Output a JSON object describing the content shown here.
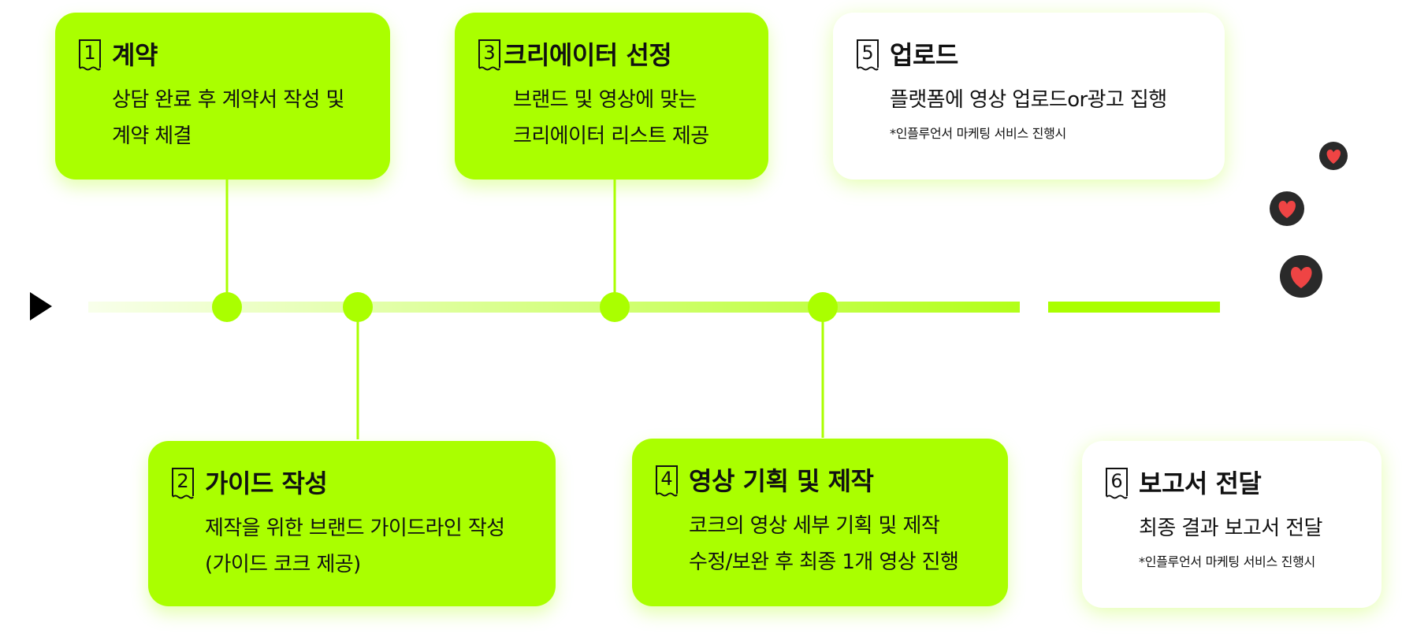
{
  "steps": [
    {
      "number": "1",
      "title": "계약",
      "lines": [
        "상담 완료 후 계약서 작성 및",
        "계약 체결"
      ],
      "note": ""
    },
    {
      "number": "2",
      "title": "가이드 작성",
      "lines": [
        "제작을 위한 브랜드 가이드라인 작성",
        "(가이드 코크 제공)"
      ],
      "note": ""
    },
    {
      "number": "3",
      "title": "크리에이터 선정",
      "lines": [
        "브랜드 및 영상에 맞는",
        "크리에이터 리스트 제공"
      ],
      "note": ""
    },
    {
      "number": "4",
      "title": "영상 기획 및 제작",
      "lines": [
        "코크의 영상 세부 기획 및 제작",
        "수정/보완 후 최종 1개 영상 진행"
      ],
      "note": ""
    },
    {
      "number": "5",
      "title": "업로드",
      "lines": [
        "플랫폼에 영상 업로드or광고 집행"
      ],
      "note": "*인플루언서 마케팅 서비스 진행시"
    },
    {
      "number": "6",
      "title": "보고서 전달",
      "lines": [
        "최종 결과 보고서 전달"
      ],
      "note": "*인플루언서 마케팅 서비스 진행시"
    }
  ],
  "colors": {
    "accent": "#aaff00",
    "accent_line": "#9ef01a",
    "heart_bg": "#2a2a2a",
    "heart": "#ef4444"
  },
  "icons": [
    "play-icon",
    "heart-icon",
    "step-number-icon"
  ]
}
